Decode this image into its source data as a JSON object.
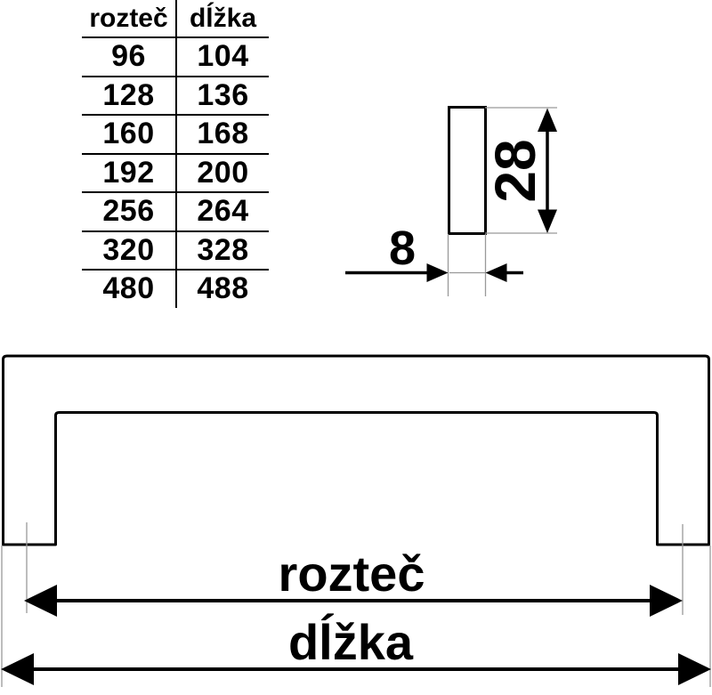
{
  "table": {
    "headers": [
      "rozteč",
      "dĺžka"
    ],
    "rows": [
      [
        "96",
        "104"
      ],
      [
        "128",
        "136"
      ],
      [
        "160",
        "168"
      ],
      [
        "192",
        "200"
      ],
      [
        "256",
        "264"
      ],
      [
        "320",
        "328"
      ],
      [
        "480",
        "488"
      ]
    ]
  },
  "cross_section": {
    "height_mm": "28",
    "width_mm": "8"
  },
  "front_view": {
    "spacing_label": "rozteč",
    "length_label": "dĺžka"
  },
  "colors": {
    "line": "#000000",
    "extension_line": "#999999",
    "background": "#ffffff"
  }
}
